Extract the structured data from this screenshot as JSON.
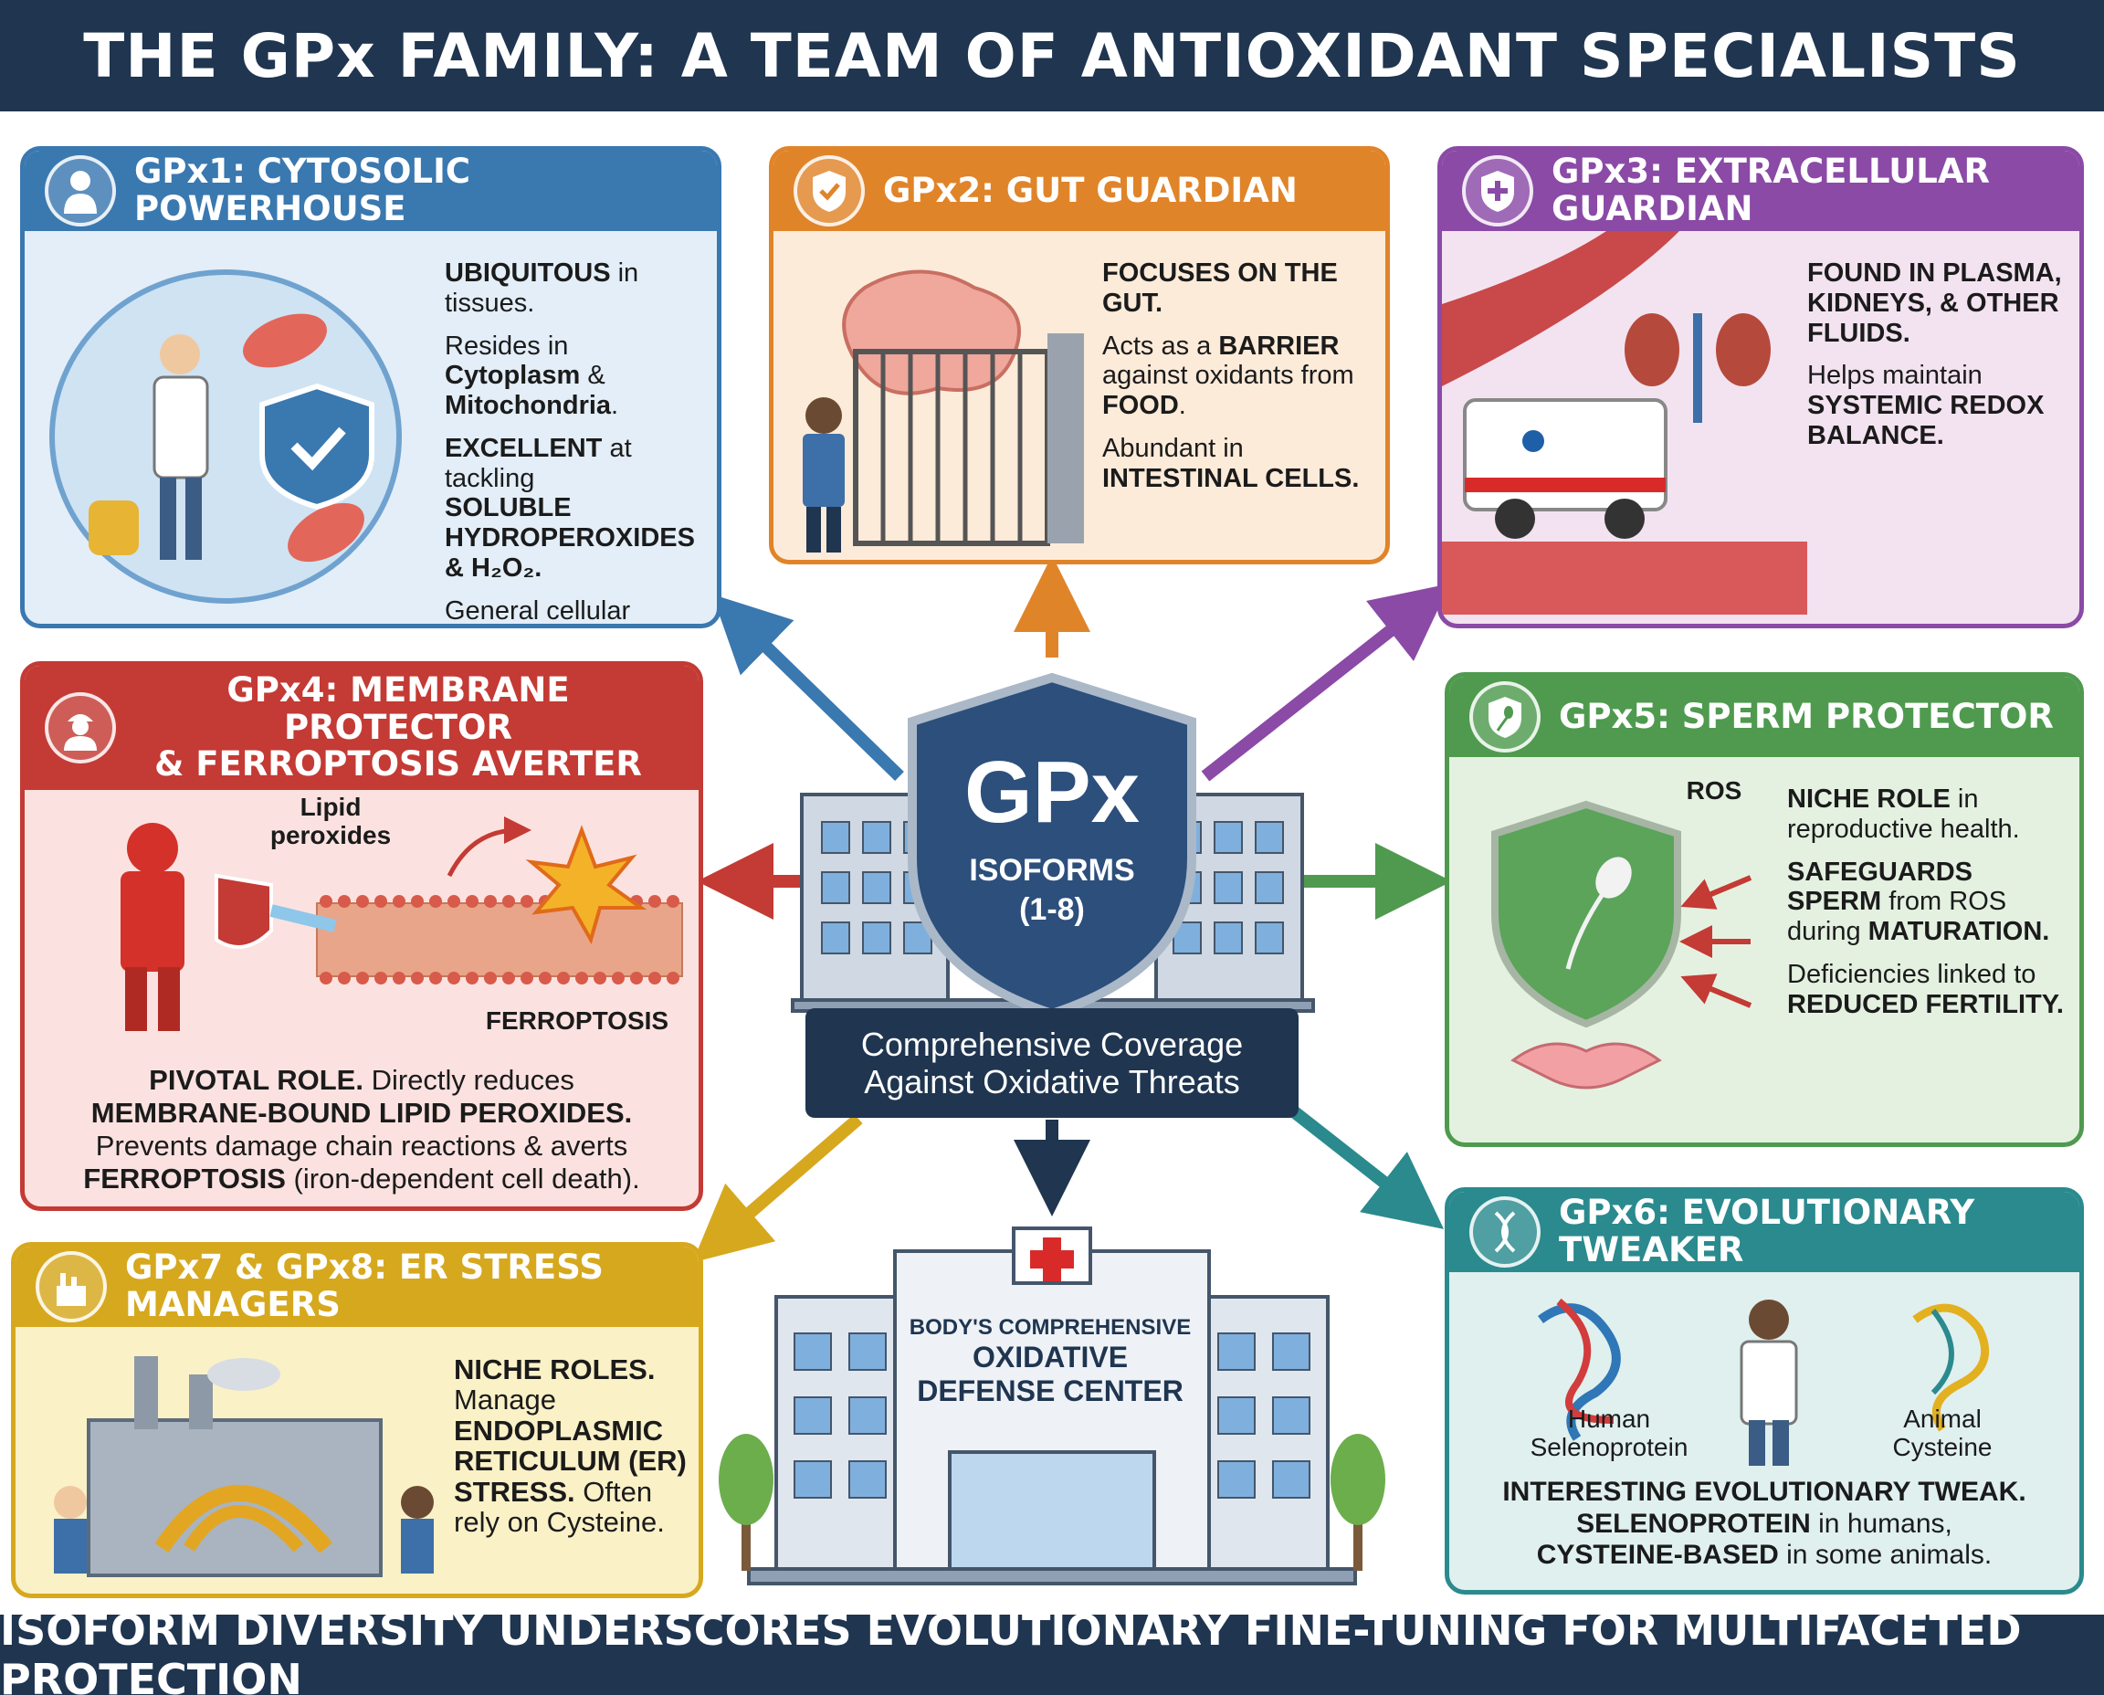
{
  "title": "THE GPx FAMILY: A TEAM OF ANTIOXIDANT SPECIALISTS",
  "footer": "ISOFORM DIVERSITY UNDERSCORES EVOLUTIONARY FINE-TUNING FOR MULTIFACETED PROTECTION",
  "center": {
    "shield_main": "GPx",
    "shield_sub1": "ISOFORMS",
    "shield_sub2": "(1-8)",
    "caption_line1": "Comprehensive Coverage",
    "caption_line2": "Against Oxidative Threats",
    "hq_line1": "BODY'S COMPREHENSIVE",
    "hq_line2": "OXIDATIVE",
    "hq_line3": "DEFENSE CENTER"
  },
  "gpx1": {
    "title": "GPx1: CYTOSOLIC POWERHOUSE",
    "b1_bold": "UBIQUITOUS",
    "b1_rest": " in tissues.",
    "b2_pre": "Resides in ",
    "b2_bold1": "Cytoplasm",
    "b2_mid": " & ",
    "b2_bold2": "Mitochondria",
    "b2_end": ".",
    "b3_bold": "EXCELLENT",
    "b3_rest": " at tackling",
    "b3_bold2": "SOLUBLE HYDROPEROXIDES",
    "b3_tail": "& H₂O₂.",
    "b4": "General cellular cleanup."
  },
  "gpx2": {
    "title": "GPx2: GUT GUARDIAN",
    "b1": "FOCUSES ON THE GUT.",
    "b2_pre": "Acts as a ",
    "b2_bold": "BARRIER",
    "b2_mid": " against oxidants from ",
    "b2_bold2": "FOOD",
    "b2_end": ".",
    "b3_pre": "Abundant in",
    "b3_bold": "INTESTINAL CELLS."
  },
  "gpx3": {
    "title": "GPx3: EXTRACELLULAR GUARDIAN",
    "b1": "FOUND IN PLASMA, KIDNEYS, & OTHER FLUIDS.",
    "b2_pre": "Helps maintain",
    "b2_bold": "SYSTEMIC REDOX BALANCE."
  },
  "gpx4": {
    "title_line1": "GPx4: MEMBRANE PROTECTOR",
    "title_line2": "& FERROPTOSIS AVERTER",
    "label_lipid": "Lipid peroxides",
    "label_ferro": "FERROPTOSIS",
    "t1_bold": "PIVOTAL ROLE.",
    "t1_rest": " Directly reduces",
    "t2_bold": "MEMBRANE-BOUND LIPID PEROXIDES.",
    "t3": "Prevents damage chain reactions & averts",
    "t4_bold": "FERROPTOSIS",
    "t4_rest": " (iron-dependent cell death)."
  },
  "gpx5": {
    "title": "GPx5: SPERM PROTECTOR",
    "label_ros": "ROS",
    "b1_bold": "NICHE ROLE",
    "b1_rest": " in reproductive health.",
    "b2_bold": "SAFEGUARDS SPERM",
    "b2_rest": " from ROS during ",
    "b2_bold2": "MATURATION.",
    "b3_pre": "Deficiencies linked to ",
    "b3_bold": "REDUCED FERTILITY."
  },
  "gpx6": {
    "title": "GPx6: EVOLUTIONARY TWEAKER",
    "label_human": "Human Selenoprotein",
    "label_animal": "Animal Cysteine",
    "t1": "INTERESTING EVOLUTIONARY TWEAK.",
    "t2_bold": "SELENOPROTEIN",
    "t2_rest": " in humans,",
    "t3_bold": "CYSTEINE-BASED",
    "t3_rest": " in some animals."
  },
  "gpx7": {
    "title": "GPx7 & GPx8: ER STRESS MANAGERS",
    "t1": "NICHE ROLES.",
    "t2": "Manage",
    "t3_bold": "ENDOPLASMIC RETICULUM (ER) STRESS.",
    "t3_rest": " Often rely on Cysteine."
  },
  "colors": {
    "navy": "#1f3550",
    "gpx1": "#3a78b0",
    "gpx2": "#e0842a",
    "gpx3": "#8a4aa6",
    "gpx4": "#c43a34",
    "gpx5": "#4f9a4f",
    "gpx6": "#2a8a8e",
    "gpx7": "#d6a81e"
  }
}
